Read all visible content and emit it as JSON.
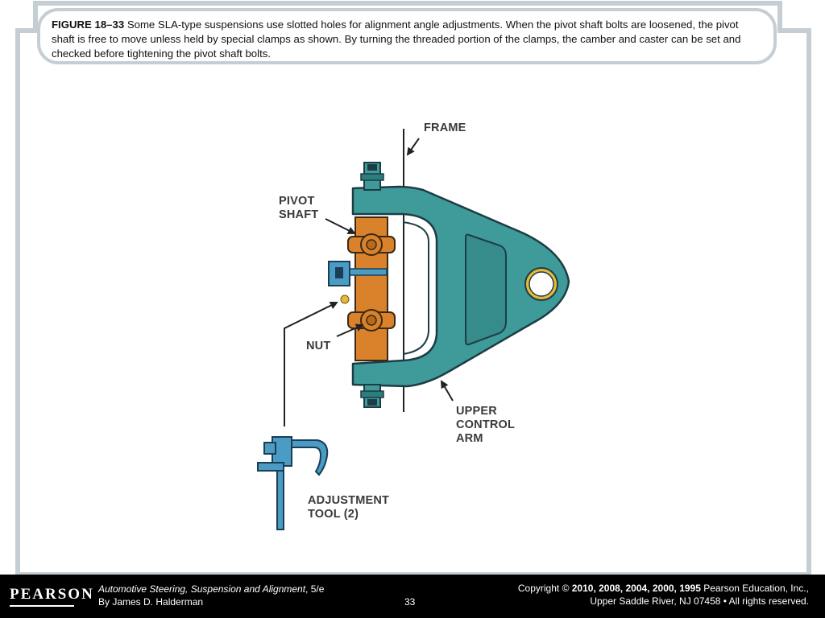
{
  "caption": {
    "figure_label": "FIGURE 18–33",
    "text": " Some SLA-type suspensions use slotted holes for alignment angle adjustments. When the pivot shaft bolts are loosened, the pivot shaft is free to move unless held by special clamps as shown. By turning the threaded portion of the clamps, the camber and caster can be set and checked before tightening the pivot shaft bolts."
  },
  "labels": {
    "frame": "FRAME",
    "pivot_shaft": "PIVOT\nSHAFT",
    "nut": "NUT",
    "upper_control_arm": "UPPER\nCONTROL\nARM",
    "adjustment_tool": "ADJUSTMENT\nTOOL (2)"
  },
  "footer": {
    "logo": "PEARSON",
    "book_title": "Automotive Steering, Suspension and Alignment",
    "edition": ", 5/e",
    "author": "By James D. Halderman",
    "page": "33",
    "copyright_prefix": "Copyright © ",
    "copyright_years": "2010, 2008, 2004, 2000, 1995",
    "copyright_holder": " Pearson Education, Inc.,",
    "copyright_line2": "Upper Saddle River, NJ 07458 • All rights reserved."
  },
  "colors": {
    "control_arm": "#3e9b9a",
    "arm_outline": "#1d3d46",
    "pivot_shaft": "#d9822b",
    "tool": "#4a9cc5",
    "eye_ring": "#e8b83a",
    "slide_border": "#c5ced4"
  }
}
